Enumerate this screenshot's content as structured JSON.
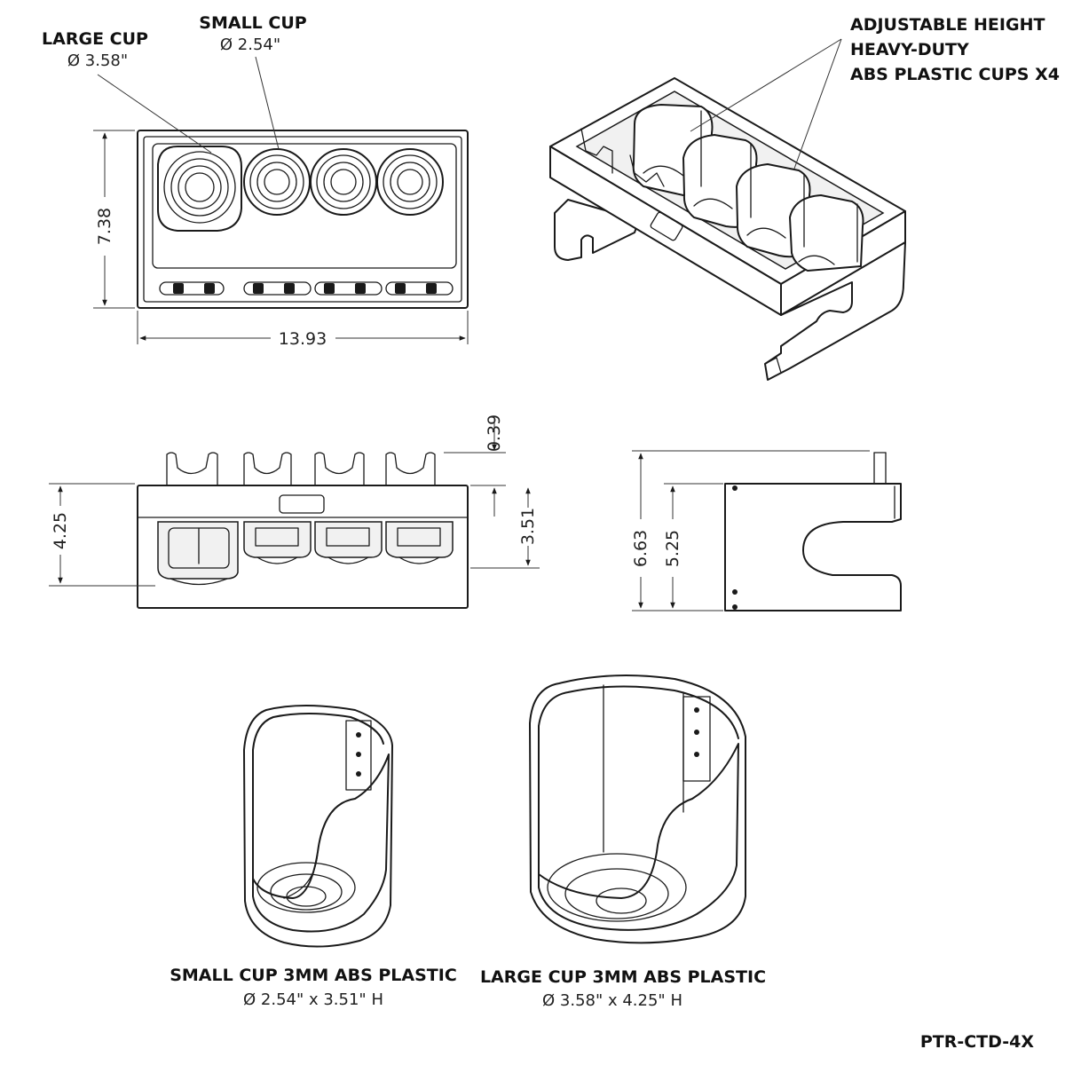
{
  "labels": {
    "large_cup": "LARGE CUP",
    "large_cup_dia": "Ø 3.58\"",
    "small_cup": "SMALL CUP",
    "small_cup_dia": "Ø 2.54\"",
    "callout_line1": "ADJUSTABLE HEIGHT",
    "callout_line2": "HEAVY-DUTY",
    "callout_line3": "ABS PLASTIC CUPS X4",
    "small_cup_caption": "SMALL CUP 3MM ABS PLASTIC",
    "small_cup_size": "Ø 2.54\" x 3.51\" H",
    "large_cup_caption": "LARGE CUP 3MM ABS PLASTIC",
    "large_cup_size": "Ø 3.58\" x 4.25\" H",
    "part_number": "PTR-CTD-4X"
  },
  "dimensions": {
    "top_height": "7.38",
    "top_width": "13.93",
    "front_height": "4.25",
    "front_tab": "0.39",
    "front_cup_height": "3.51",
    "side_total_height": "6.63",
    "side_height": "5.25"
  }
}
